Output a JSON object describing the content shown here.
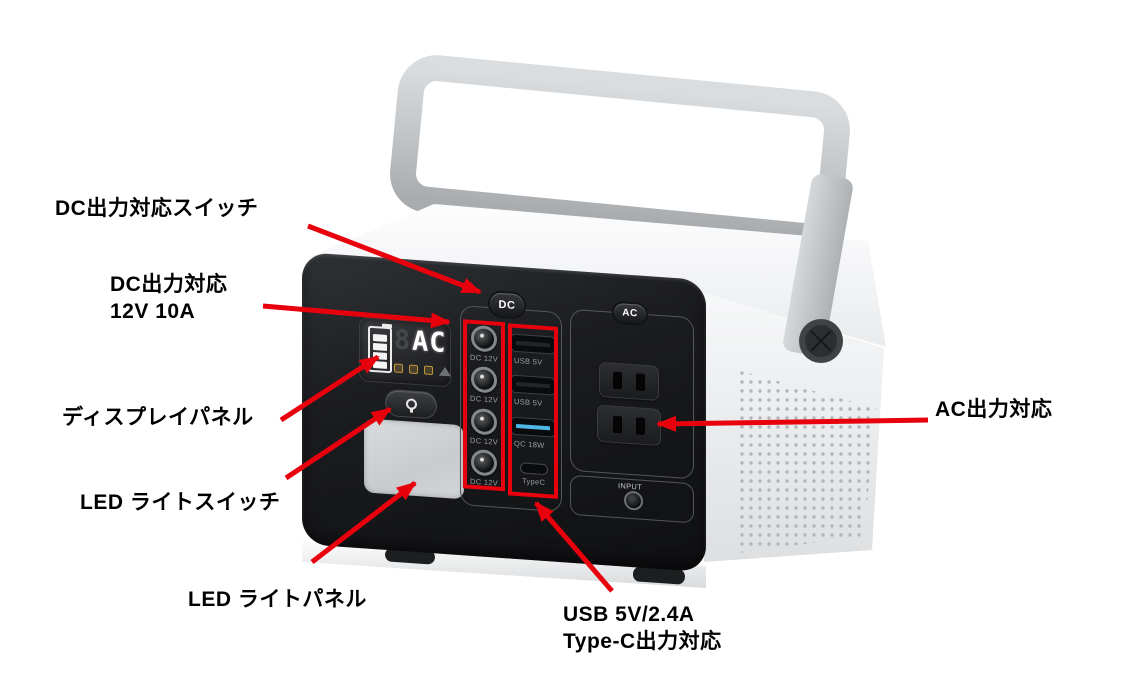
{
  "colors": {
    "annotation_red": "#e8000d",
    "panel_black": "#1b1c1f",
    "body_white": "#f4f5f6",
    "handle_silver": "#c4c7ca",
    "indicator_amber": "#c2963c",
    "qc_blue": "#4db7e8"
  },
  "annotations": [
    {
      "id": "dc-switch",
      "label": "DC出力対応スイッチ"
    },
    {
      "id": "dc-output",
      "lines": [
        "DC出力対応",
        "12V 10A"
      ]
    },
    {
      "id": "display",
      "label": "ディスプレイパネル"
    },
    {
      "id": "led-switch",
      "label": "LED ライトスイッチ"
    },
    {
      "id": "led-panel",
      "label": "LED ライトパネル"
    },
    {
      "id": "usb-output",
      "lines": [
        "USB 5V/2.4A",
        "Type-C出力対応"
      ]
    },
    {
      "id": "ac-output",
      "label": "AC出力対応"
    }
  ],
  "device": {
    "dc_button": "DC",
    "ac_button": "AC",
    "input_label": "INPUT",
    "display": {
      "ghost_digit": "8",
      "digits": "AC",
      "battery_bars": 4
    },
    "dc_ports": [
      "DC 12V",
      "DC 12V",
      "DC 12V",
      "DC 12V"
    ],
    "usb_ports": [
      "USB 5V",
      "USB 5V",
      "QC 18W",
      "TypeC"
    ],
    "icons": {
      "led_switch": "light-bulb-icon",
      "indicators": [
        "ac-indicator-icon",
        "usb-indicator-icon",
        "dc-indicator-icon",
        "warning-indicator-icon"
      ]
    }
  }
}
